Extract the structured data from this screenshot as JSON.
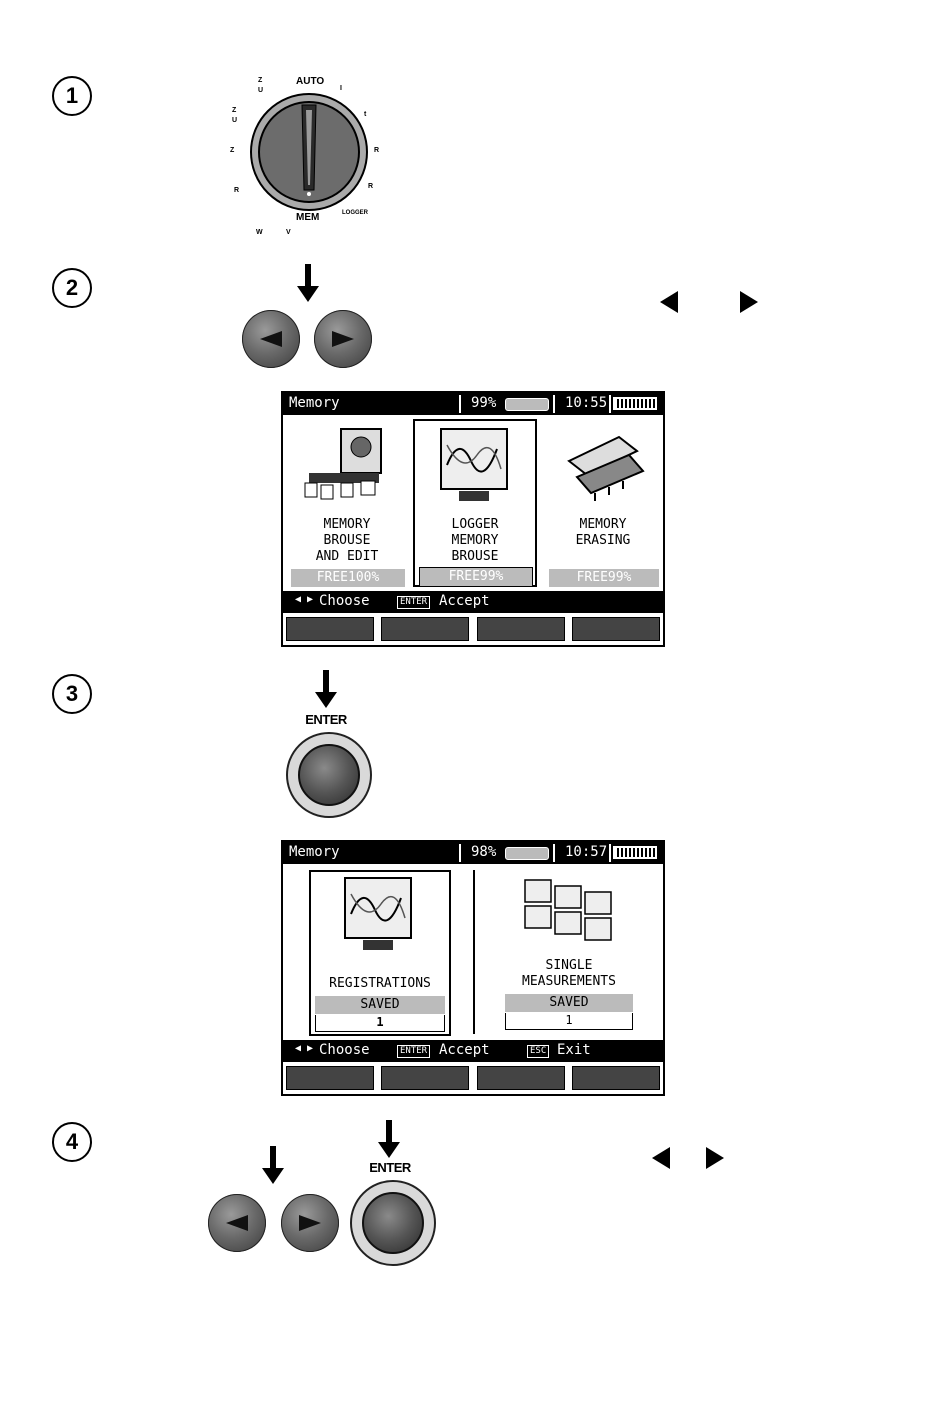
{
  "steps": {
    "s1": "1",
    "s2": "2",
    "s3": "3",
    "s4": "4"
  },
  "dial": {
    "labels": [
      "AUTO",
      "MEM",
      "LOGGER"
    ]
  },
  "enter_label": "ENTER",
  "screen1": {
    "title": "Memory",
    "mem_pct": "99%",
    "time": "10:55",
    "tiles": [
      {
        "label": "MEMORY\nBROUSE\nAND EDIT",
        "free": "FREE100%"
      },
      {
        "label": "LOGGER\nMEMORY\nBROUSE",
        "free": "FREE99%"
      },
      {
        "label": "MEMORY\nERASING",
        "free": "FREE99%"
      }
    ],
    "footer": {
      "choose": "Choose",
      "accept_key": "ENTER",
      "accept": "Accept"
    }
  },
  "screen2": {
    "title": "Memory",
    "mem_pct": "98%",
    "time": "10:57",
    "tiles": [
      {
        "label": "REGISTRATIONS",
        "saved": "SAVED",
        "count": "1"
      },
      {
        "label": "SINGLE\nMEASUREMENTS",
        "saved": "SAVED",
        "count": "1"
      }
    ],
    "footer": {
      "choose": "Choose",
      "accept_key": "ENTER",
      "accept": "Accept",
      "exit_key": "ESC",
      "exit": "Exit"
    }
  }
}
